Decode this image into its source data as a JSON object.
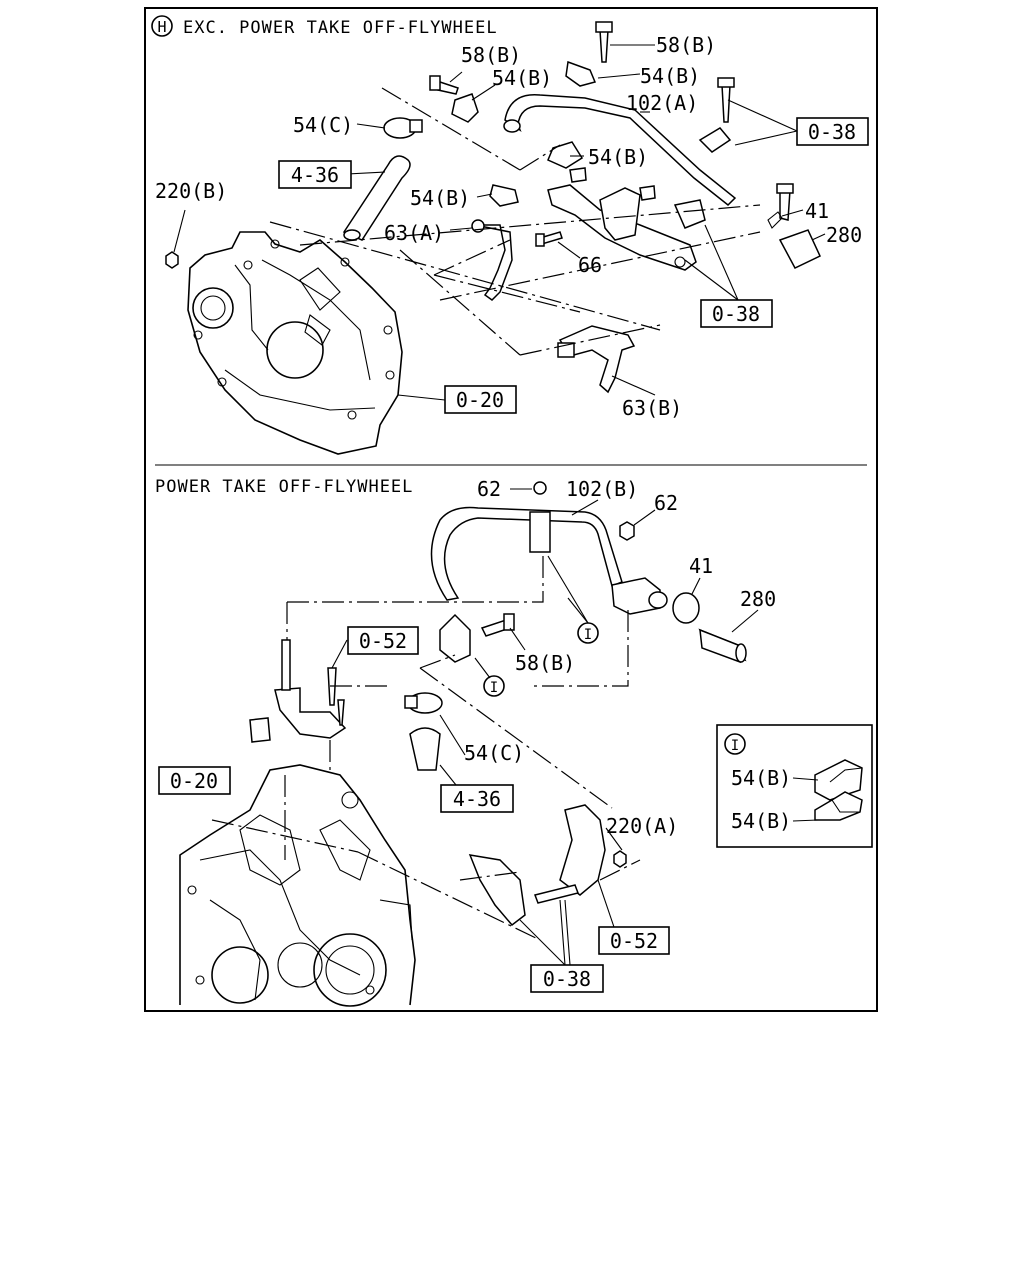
{
  "upper_section": {
    "title_marker": "H",
    "title": "EXC. POWER TAKE OFF-FLYWHEEL",
    "labels": {
      "l_58b_1": "58(B)",
      "l_58b_2": "58(B)",
      "l_54b_1": "54(B)",
      "l_54b_2": "54(B)",
      "l_54b_3": "54(B)",
      "l_54b_4": "54(B)",
      "l_54c": "54(C)",
      "l_102a": "102(A)",
      "l_220b": "220(B)",
      "l_63a": "63(A)",
      "l_66": "66",
      "l_41": "41",
      "l_280": "280",
      "l_63b": "63(B)"
    },
    "refs": {
      "r_436": "4-36",
      "r_038_a": "0-38",
      "r_038_b": "0-38",
      "r_020": "0-20"
    }
  },
  "lower_section": {
    "title": "POWER TAKE OFF-FLYWHEEL",
    "labels": {
      "l_62_1": "62",
      "l_102b": "102(B)",
      "l_62_2": "62",
      "l_41": "41",
      "l_280": "280",
      "l_58b": "58(B)",
      "l_54c": "54(C)",
      "l_220a": "220(A)"
    },
    "detail_markers": [
      "I",
      "I"
    ],
    "refs": {
      "r_052_a": "0-52",
      "r_020": "0-20",
      "r_436": "4-36",
      "r_052_b": "0-52",
      "r_038": "0-38"
    }
  },
  "detail_box": {
    "marker": "I",
    "labels": [
      "54(B)",
      "54(B)"
    ]
  }
}
